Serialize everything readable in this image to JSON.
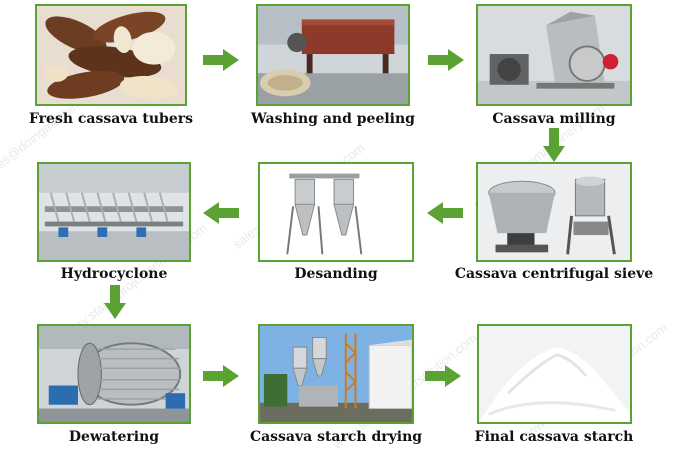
{
  "watermark": {
    "texts": [
      "sales@doingmachinery.com",
      "www.starchprojectsolution.com"
    ]
  },
  "colors": {
    "frame": "#5aa232",
    "arrow": "#5aa232"
  },
  "steps": [
    {
      "label": "Fresh cassava tubers"
    },
    {
      "label": "Washing and peeling"
    },
    {
      "label": "Cassava milling"
    },
    {
      "label": "Cassava centrifugal sieve"
    },
    {
      "label": "Desanding"
    },
    {
      "label": "Hydrocyclone"
    },
    {
      "label": "Dewatering"
    },
    {
      "label": "Cassava starch drying"
    },
    {
      "label": "Final cassava starch"
    }
  ],
  "flow": [
    {
      "from": "Fresh cassava tubers",
      "to": "Washing and peeling"
    },
    {
      "from": "Washing and peeling",
      "to": "Cassava milling"
    },
    {
      "from": "Cassava milling",
      "to": "Cassava centrifugal sieve"
    },
    {
      "from": "Cassava centrifugal sieve",
      "to": "Desanding"
    },
    {
      "from": "Desanding",
      "to": "Hydrocyclone"
    },
    {
      "from": "Hydrocyclone",
      "to": "Dewatering"
    },
    {
      "from": "Dewatering",
      "to": "Cassava starch drying"
    },
    {
      "from": "Cassava starch drying",
      "to": "Final cassava starch"
    }
  ],
  "icons": [
    "cassava-tubers-photo",
    "washing-peeling-machine-photo",
    "hammer-mill-photo",
    "centrifugal-sieve-photo",
    "desander-cyclone-photo",
    "hydrocyclone-station-photo",
    "vacuum-filter-photo",
    "flash-dryer-photo",
    "starch-pile-photo",
    "arrow-right-icon",
    "arrow-left-icon",
    "arrow-down-icon"
  ]
}
